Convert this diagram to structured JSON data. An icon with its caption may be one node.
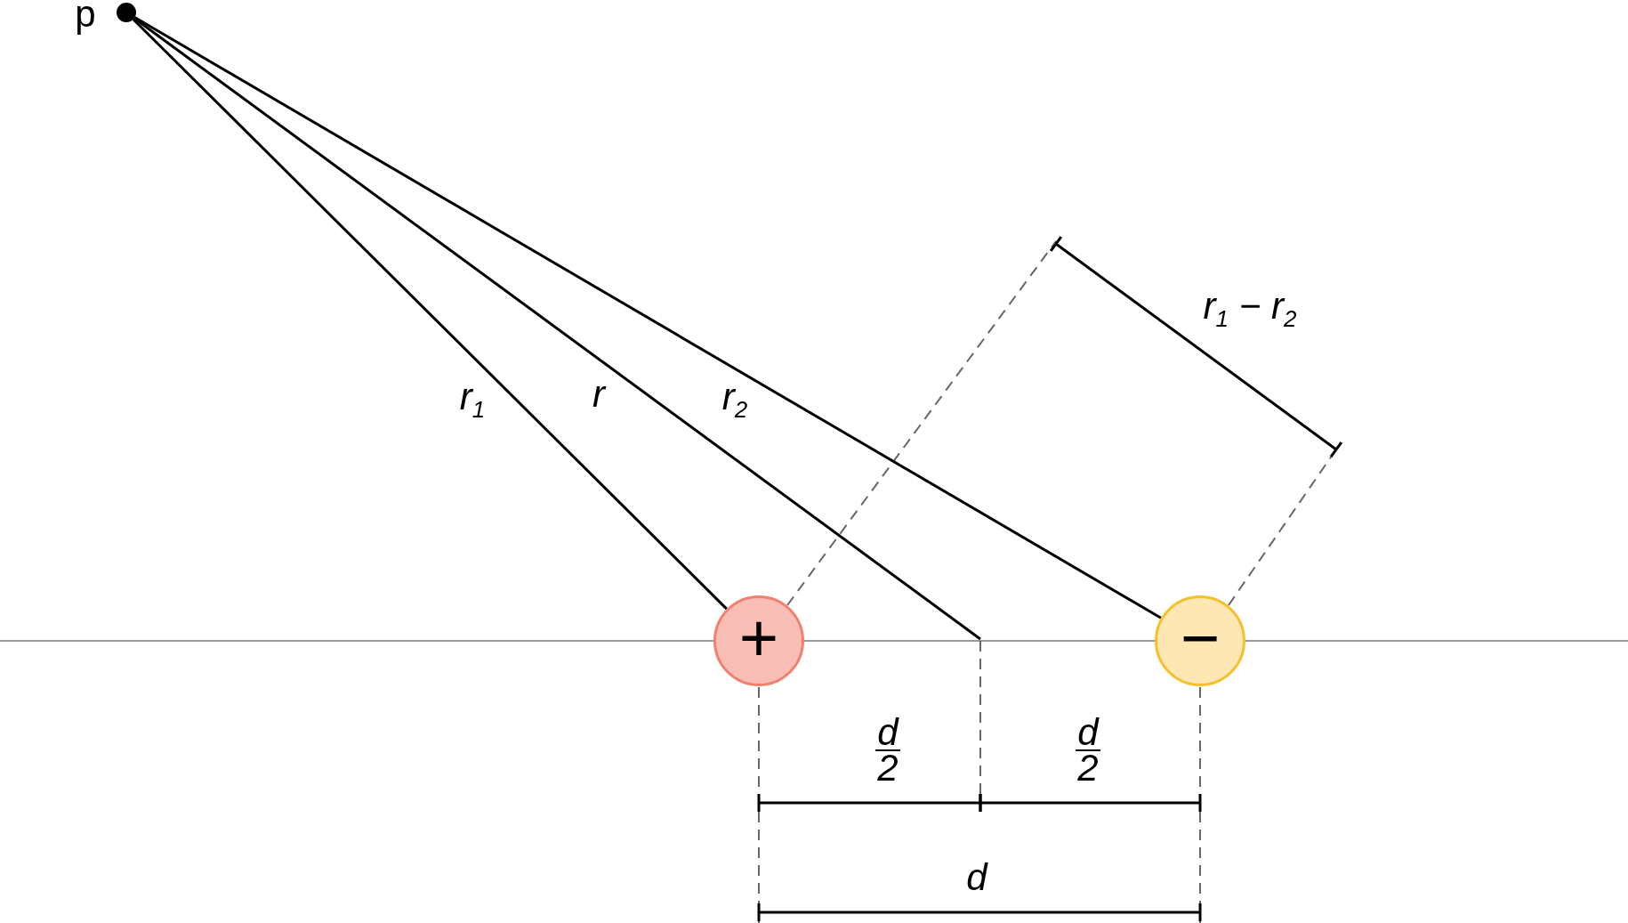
{
  "diagram": {
    "nodes": [
      {
        "text": [],
        "shape": "circle",
        "beside": [
          "p"
        ]
      },
      {
        "text": [
          "+"
        ]
      },
      {
        "text": [
          "−"
        ]
      }
    ],
    "edges": [
      {
        "from": 0,
        "to": 1,
        "arrow": "none",
        "label": "r$_{1}$"
      },
      {
        "from": 0,
        "to": null,
        "arrow": "none",
        "label": "r"
      },
      {
        "from": 0,
        "to": 2,
        "arrow": "none",
        "label": "r$_{2}$"
      }
    ],
    "labels": [
      "r$_{1}$ − r$_{2}$",
      "d",
      "2",
      "d",
      "2",
      "d"
    ]
  }
}
